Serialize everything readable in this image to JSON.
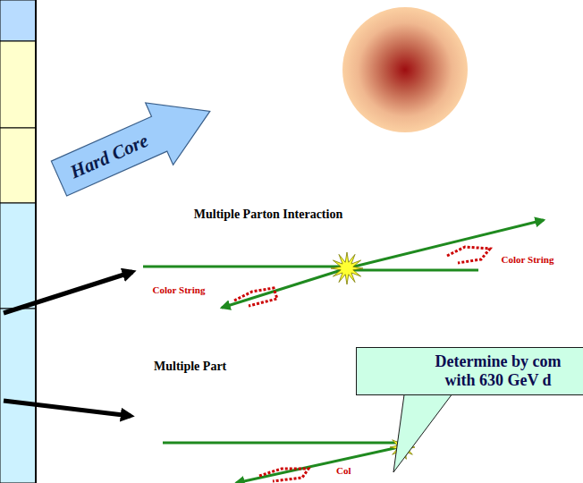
{
  "diagram": {
    "nodes": [
      {
        "text": [
          "Hard Core"
        ]
      },
      {
        "text": [
          "Determine by com with 630 GeV d"
        ]
      }
    ],
    "labels": [
      "Multiple Parton Interaction",
      "Color String",
      "Color String",
      "Multiple Part",
      "Col"
    ]
  }
}
